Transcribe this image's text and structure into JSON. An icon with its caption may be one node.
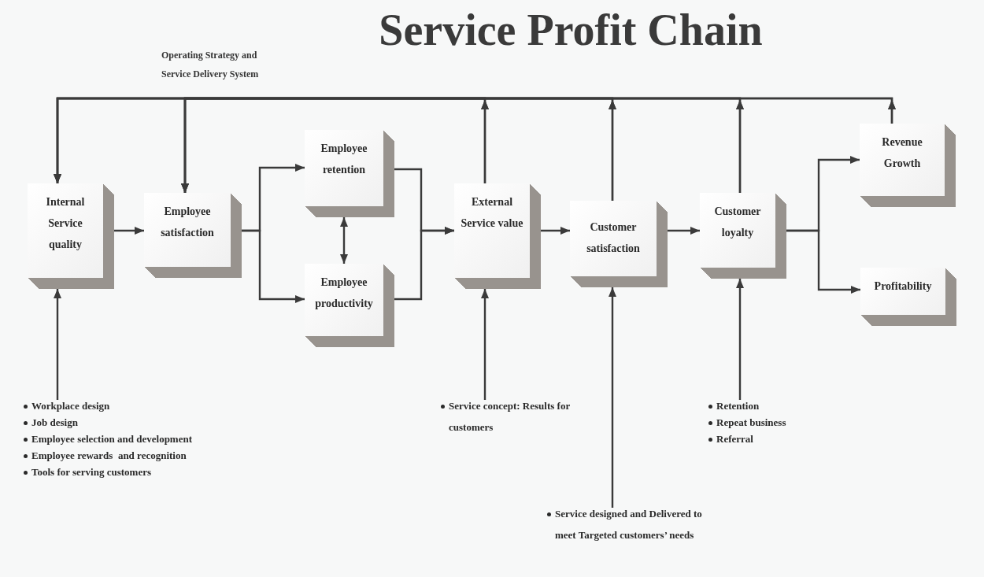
{
  "diagram": {
    "title": "Service Profit Chain",
    "nodes": [
      {
        "text": [
          "Internal Service quality"
        ]
      },
      {
        "text": [
          "Employee satisfaction"
        ]
      },
      {
        "text": [
          "Employee retention"
        ]
      },
      {
        "text": [
          "Employee productivity"
        ]
      },
      {
        "text": [
          "External Service value"
        ]
      },
      {
        "text": [
          "Customer satisfaction"
        ]
      },
      {
        "text": [
          "Customer loyalty"
        ]
      },
      {
        "text": [
          "Revenue Growth"
        ]
      },
      {
        "text": [
          "Profitability"
        ]
      },
      {
        "text": [
          "Workplace design",
          "Job design",
          "Employee selection and development",
          "Employee rewards  and recognition",
          "Tools for serving customers"
        ]
      },
      {
        "text": [
          "Service concept: Results for customers"
        ]
      },
      {
        "text": [
          "Service designed and Delivered to meet Targeted customers’ needs"
        ]
      },
      {
        "text": [
          "Retention",
          "Repeat business",
          "Referral"
        ]
      }
    ],
    "edges": [
      {
        "from": 0,
        "to": 1,
        "arrow": "to"
      },
      {
        "from": 1,
        "to": 2,
        "arrow": "to"
      },
      {
        "from": 1,
        "to": 3,
        "arrow": "to"
      },
      {
        "from": 2,
        "to": 3,
        "arrow": "both"
      },
      {
        "from": 2,
        "to": 4,
        "arrow": "to"
      },
      {
        "from": 3,
        "to": 4,
        "arrow": "to"
      },
      {
        "from": 4,
        "to": 5,
        "arrow": "to"
      },
      {
        "from": 5,
        "to": 6,
        "arrow": "to"
      },
      {
        "from": 6,
        "to": 7,
        "arrow": "to"
      },
      {
        "from": 6,
        "to": 8,
        "arrow": "to"
      },
      {
        "from": 9,
        "to": 0,
        "arrow": "to"
      },
      {
        "from": 10,
        "to": 4,
        "arrow": "to"
      },
      {
        "from": 11,
        "to": 5,
        "arrow": "to"
      },
      {
        "from": 12,
        "to": 6,
        "arrow": "to"
      },
      {
        "from": 4,
        "to": 0,
        "arrow": "to"
      },
      {
        "from": 4,
        "to": 1,
        "arrow": "to"
      },
      {
        "from": 5,
        "to": 0,
        "arrow": "to"
      },
      {
        "from": 5,
        "to": 1,
        "arrow": "to"
      },
      {
        "from": 6,
        "to": 0,
        "arrow": "to"
      },
      {
        "from": 6,
        "to": 1,
        "arrow": "to"
      },
      {
        "from": 7,
        "to": 0,
        "arrow": "to"
      },
      {
        "from": 7,
        "to": 1,
        "arrow": "to"
      }
    ],
    "labels": [
      "Operating Strategy and Service Delivery System"
    ]
  }
}
